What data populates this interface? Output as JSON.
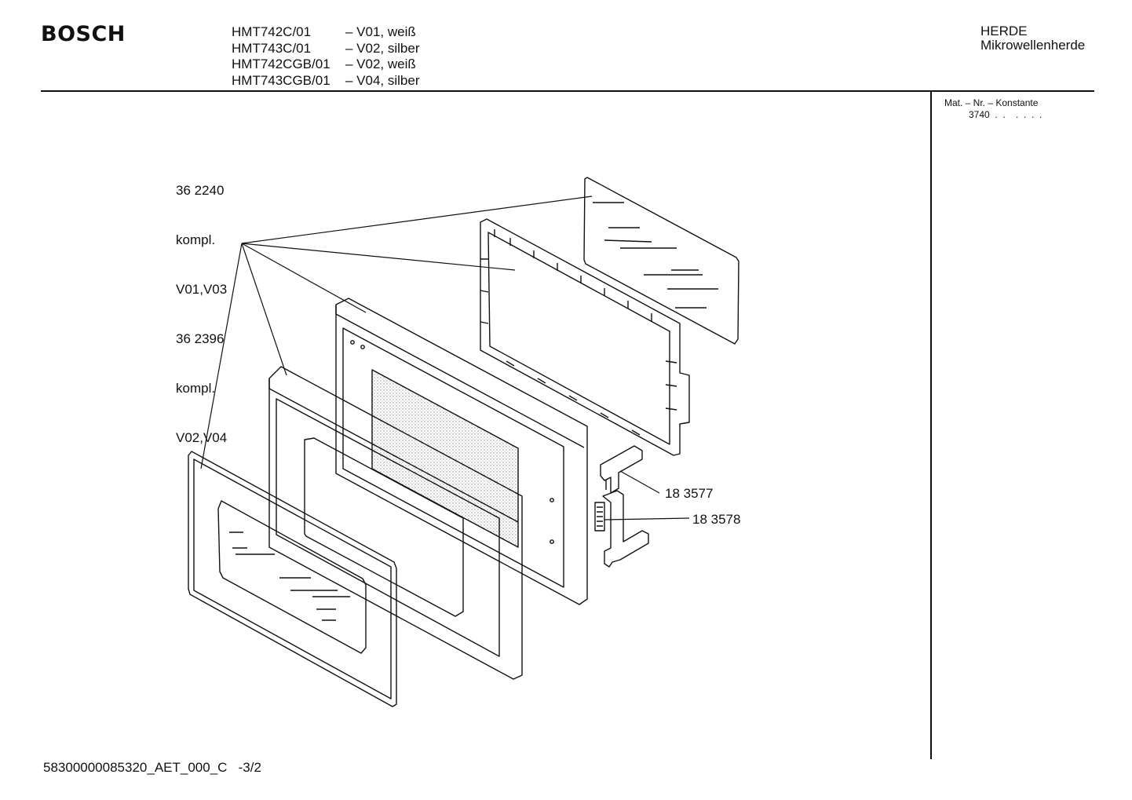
{
  "header": {
    "brand": "BOSCH",
    "models": [
      {
        "code": "HMT742C/01",
        "variant": "– V01, weiß"
      },
      {
        "code": "HMT743C/01",
        "variant": "– V02, silber"
      },
      {
        "code": "HMT742CGB/01",
        "variant": "– V02, weiß"
      },
      {
        "code": "HMT743CGB/01",
        "variant": "– V04, silber"
      }
    ],
    "category": "HERDE",
    "subcategory": "Mikrowellenherde"
  },
  "side_panel": {
    "label": "Mat. – Nr. – Konstante",
    "value": "3740  .  .    .  .  .  ."
  },
  "parts": {
    "door_assembly": [
      "36 2240",
      "kompl.",
      "V01,V03",
      "36 2396",
      "kompl.",
      "V02,V04"
    ],
    "hinge_upper": "18 3577",
    "hinge_lower": "18 3578"
  },
  "footer": {
    "doc_id": "58300000085320_AET_000_C",
    "page": "-3/2"
  }
}
